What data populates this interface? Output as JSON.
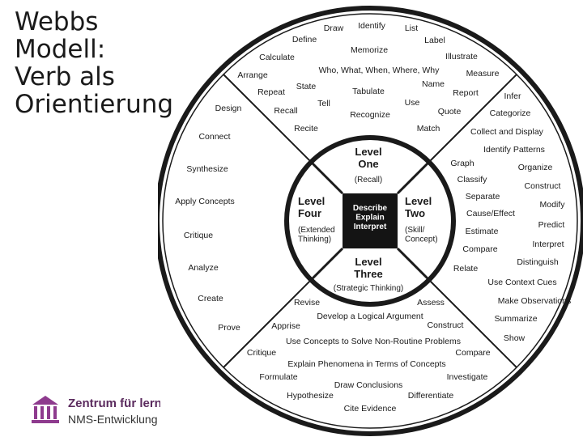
{
  "slide_title": "Webbs\nModell:\nVerb als\nOrientierung",
  "level_one": {
    "title": "Level\nOne",
    "sub": "(Recall)"
  },
  "level_two": {
    "title": "Level\nTwo",
    "sub": "(Skill/\nConcept)"
  },
  "level_three": {
    "title": "Level\nThree",
    "sub": "(Strategic Thinking)"
  },
  "level_four": {
    "title": "Level\nFour",
    "sub": "(Extended\nThinking)"
  },
  "center_box": "Describe\nExplain\nInterpret",
  "verbs": [
    "Draw",
    "Identify",
    "List",
    "Define",
    "Label",
    "Memorize",
    "Calculate",
    "Illustrate",
    "Who, What, When, Where, Why",
    "Arrange",
    "Measure",
    "Name",
    "State",
    "Repeat",
    "Tabulate",
    "Report",
    "Infer",
    "Use",
    "Tell",
    "Recall",
    "Quote",
    "Categorize",
    "Recognize",
    "Recite",
    "Match",
    "Collect and Display",
    "Identify Patterns",
    "Design",
    "Connect",
    "Synthesize",
    "Apply Concepts",
    "Critique",
    "Analyze",
    "Create",
    "Prove",
    "Graph",
    "Organize",
    "Classify",
    "Construct",
    "Separate",
    "Modify",
    "Cause/Effect",
    "Predict",
    "Estimate",
    "Interpret",
    "Compare",
    "Distinguish",
    "Relate",
    "Use Context Cues",
    "Make Observations",
    "Summarize",
    "Show",
    "Revise",
    "Assess",
    "Develop a Logical Argument",
    "Apprise",
    "Construct",
    "Use Concepts to Solve Non-Routine Problems",
    "Critique",
    "Compare",
    "Explain Phenomena in Terms of Concepts",
    "Formulate",
    "Investigate",
    "Draw Conclusions",
    "Hypothesize",
    "Differentiate",
    "Cite Evidence"
  ],
  "logo": {
    "line1": "Zentrum für lern",
    "line2": "NMS-Entwicklung"
  },
  "colors": {
    "logo_purple": "#8e3b8e",
    "logo_text": "#5b2b5e",
    "wheel_stroke": "#1a1a1a",
    "center_fill": "#141414"
  }
}
